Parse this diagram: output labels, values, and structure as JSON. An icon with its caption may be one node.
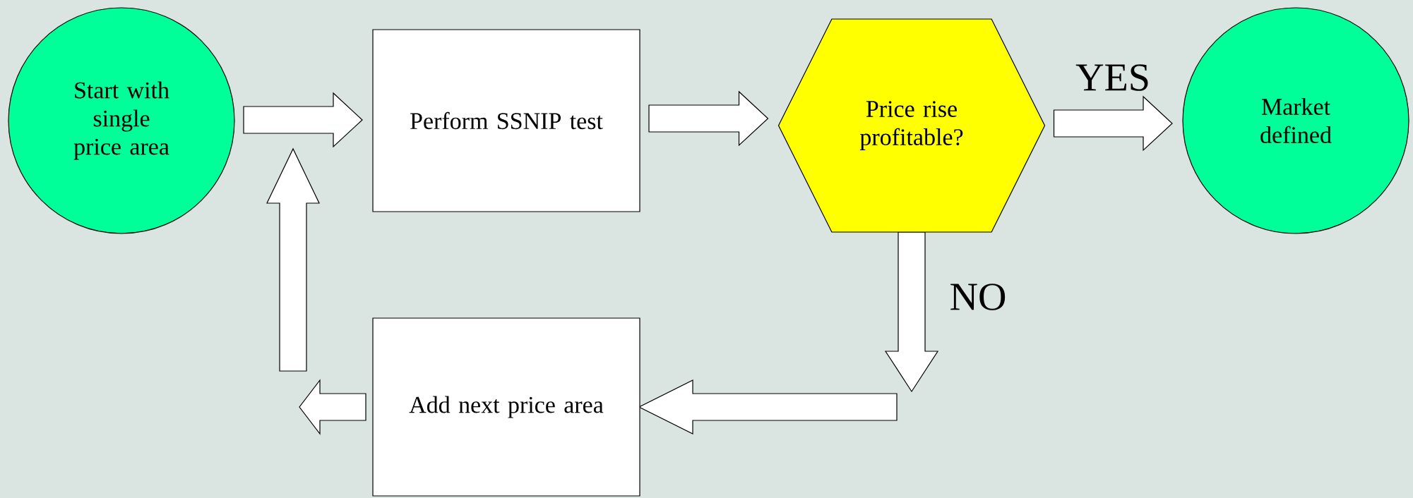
{
  "diagram": {
    "nodes": [
      {
        "text": [
          "Start with single price area"
        ]
      },
      {
        "text": [
          "Perform SSNIP test"
        ]
      },
      {
        "text": [
          "Price rise profitable?"
        ]
      },
      {
        "text": [
          "Market defined"
        ]
      },
      {
        "text": [
          "Add next price area"
        ]
      }
    ],
    "edges": [
      {
        "from": 0,
        "to": 1,
        "arrow": "to"
      },
      {
        "from": 1,
        "to": 2,
        "arrow": "to"
      },
      {
        "from": 2,
        "to": 3,
        "arrow": "to",
        "label": "YES"
      },
      {
        "from": 2,
        "to": null,
        "arrow": "to",
        "label": "NO"
      },
      {
        "from": null,
        "to": 4,
        "arrow": "to"
      },
      {
        "from": 4,
        "to": null,
        "arrow": "to"
      }
    ]
  }
}
